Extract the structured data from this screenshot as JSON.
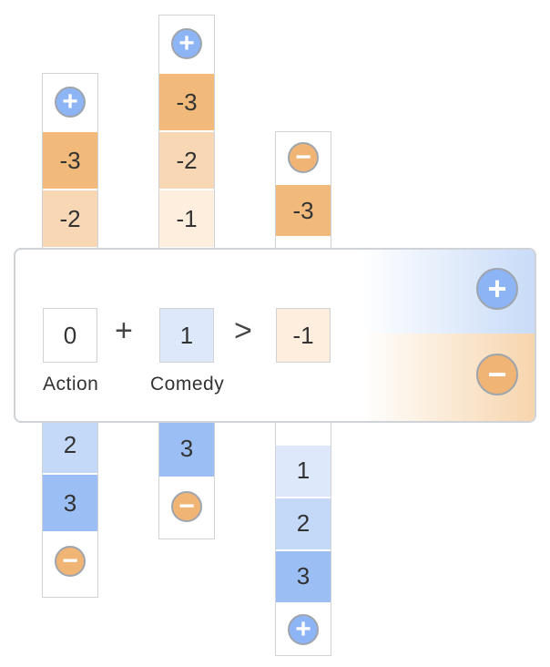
{
  "colors": {
    "minus3": "#f2ba7a",
    "minus2": "#f8d8b4",
    "minus1": "#fdeedd",
    "zero": "#ffffff",
    "plus1": "#dde9fb",
    "plus2": "#c4d9f8",
    "plus3": "#9bbff4",
    "plus_button": "#8db4f5",
    "minus_button": "#f0b574"
  },
  "icons": {
    "plus": "plus-icon",
    "minus": "minus-icon"
  },
  "symbols": {
    "plus": "+",
    "minus": "−"
  },
  "action": {
    "label": "Action",
    "value": "0",
    "above": [
      "-3",
      "-2"
    ],
    "below": [
      "2",
      "3"
    ]
  },
  "comedy": {
    "label": "Comedy",
    "value": "1",
    "above": [
      "-3",
      "-2",
      "-1"
    ],
    "below": [
      "3"
    ]
  },
  "target": {
    "value": "-1",
    "above": [
      "-3"
    ],
    "below": [
      "1",
      "2",
      "3"
    ]
  },
  "operators": {
    "add": "+",
    "compare": ">"
  }
}
